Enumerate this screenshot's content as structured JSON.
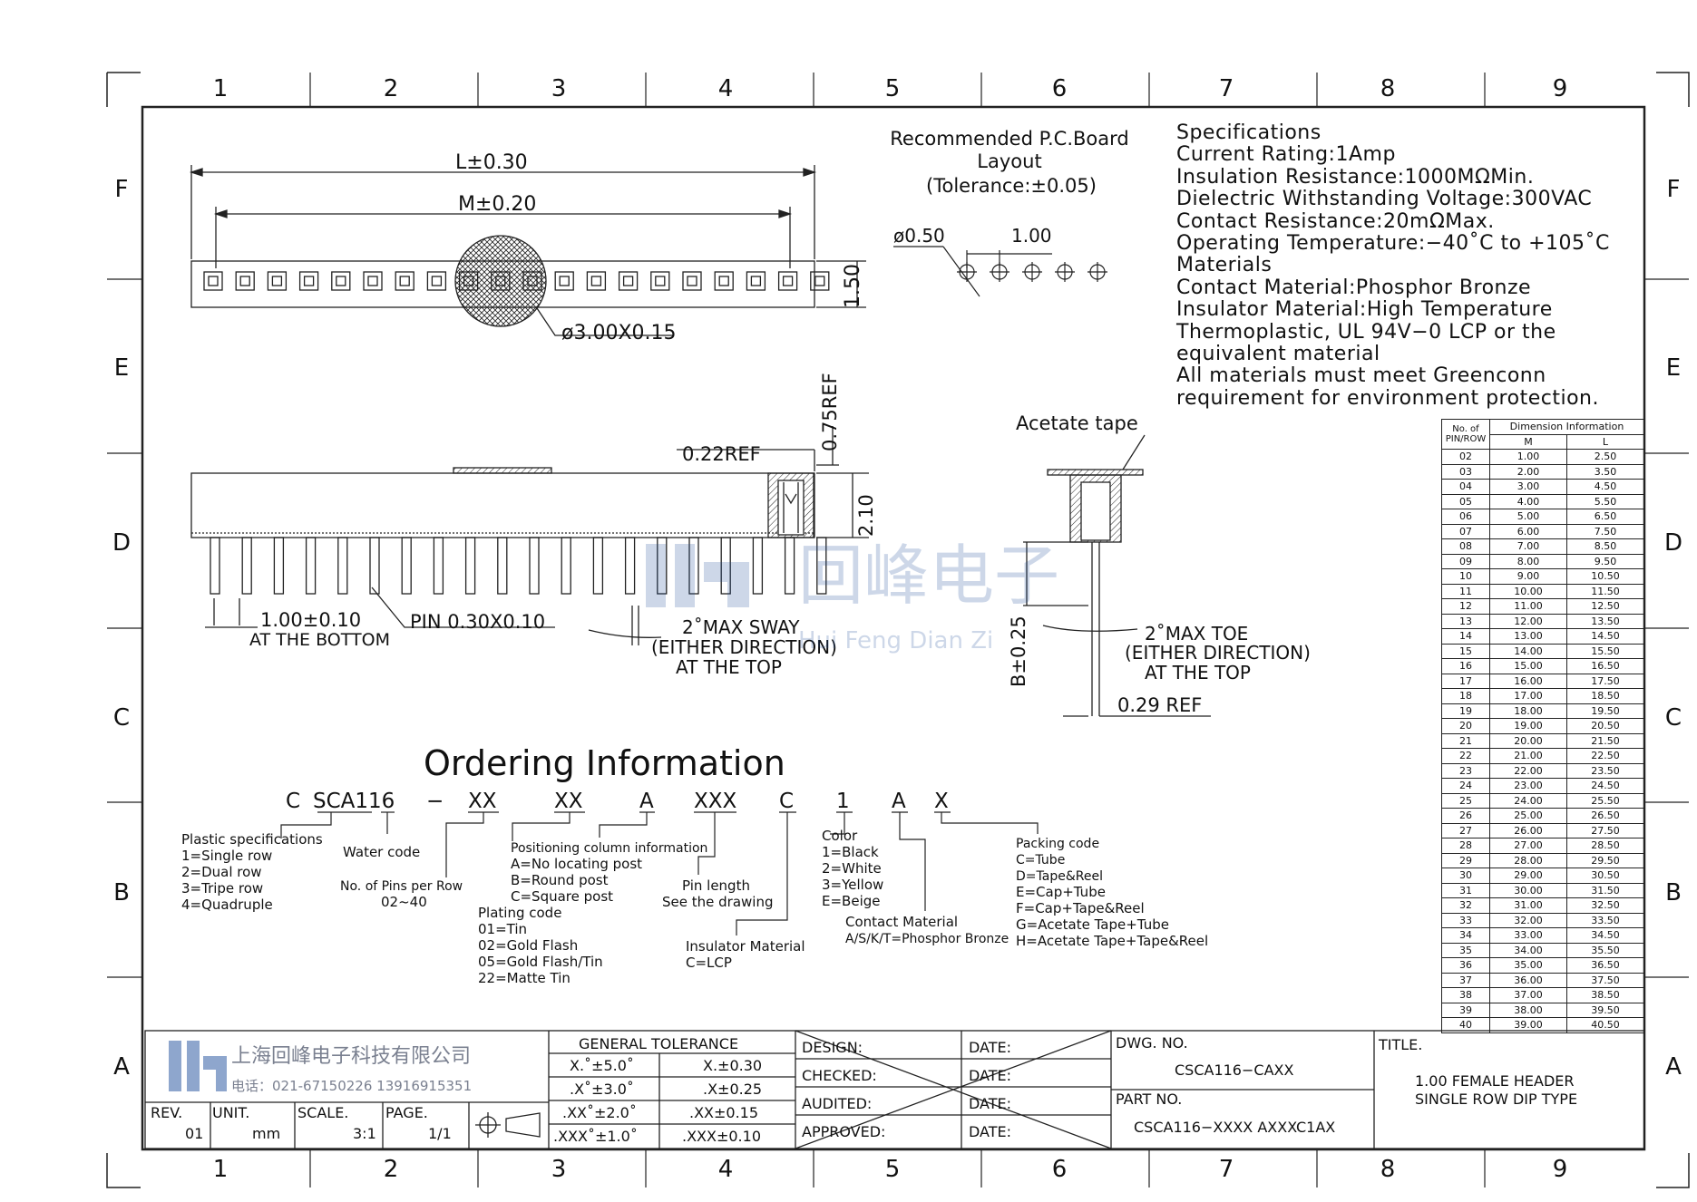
{
  "frame": {
    "columns": [
      "1",
      "2",
      "3",
      "4",
      "5",
      "6",
      "7",
      "8",
      "9"
    ],
    "rows": [
      "F",
      "E",
      "D",
      "C",
      "B",
      "A"
    ]
  },
  "top_view": {
    "dim_L": "L±0.30",
    "dim_M": "M±0.20",
    "dim_height": "1.50",
    "dim_circle": "ø3.00X0.15"
  },
  "pcb_layout": {
    "title_line1": "Recommended P.C.Board",
    "title_line2": "Layout",
    "title_line3": "(Tolerance:±0.05)",
    "hole_dia": "ø0.50",
    "pitch": "1.00"
  },
  "specifications": [
    "Specifications",
    "Current Rating:1Amp",
    "Insulation Resistance:1000MΩMin.",
    "Dielectric Withstanding Voltage:300VAC",
    "Contact Resistance:20mΩMax.",
    "Operating Temperature:−40˚C to +105˚C",
    "Materials",
    "Contact Material:Phosphor Bronze",
    "Insulator Material:High Temperature",
    "Thermoplastic, UL 94V−0 LCP or the",
    "equivalent material",
    "All materials must meet Greenconn",
    "requirement for environment protection."
  ],
  "side_view": {
    "ref_022": "0.22REF",
    "ref_075": "0.75REF",
    "dim_210": "2.10",
    "pitch_bottom": "1.00±0.10",
    "at_bottom": "AT THE BOTTOM",
    "pin": "PIN 0.30X0.10",
    "sway_1": "2˚MAX SWAY",
    "sway_2": "(EITHER DIRECTION)",
    "sway_3": "AT THE TOP"
  },
  "end_view": {
    "tape": "Acetate tape",
    "dim_b": "B±0.25",
    "toe_1": "2˚MAX TOE",
    "toe_2": "(EITHER DIRECTION)",
    "toe_3": "AT THE TOP",
    "ref_029": "0.29 REF"
  },
  "watermark": {
    "cn": "回峰电子",
    "en": "Hui Feng Dian Zi"
  },
  "dimension_table": {
    "col1_line1": "No. of",
    "col1_line2": "PIN/ROW",
    "header": "Dimension Information",
    "col_m": "M",
    "col_l": "L",
    "rows": [
      [
        "02",
        "1.00",
        "2.50"
      ],
      [
        "03",
        "2.00",
        "3.50"
      ],
      [
        "04",
        "3.00",
        "4.50"
      ],
      [
        "05",
        "4.00",
        "5.50"
      ],
      [
        "06",
        "5.00",
        "6.50"
      ],
      [
        "07",
        "6.00",
        "7.50"
      ],
      [
        "08",
        "7.00",
        "8.50"
      ],
      [
        "09",
        "8.00",
        "9.50"
      ],
      [
        "10",
        "9.00",
        "10.50"
      ],
      [
        "11",
        "10.00",
        "11.50"
      ],
      [
        "12",
        "11.00",
        "12.50"
      ],
      [
        "13",
        "12.00",
        "13.50"
      ],
      [
        "14",
        "13.00",
        "14.50"
      ],
      [
        "15",
        "14.00",
        "15.50"
      ],
      [
        "16",
        "15.00",
        "16.50"
      ],
      [
        "17",
        "16.00",
        "17.50"
      ],
      [
        "18",
        "17.00",
        "18.50"
      ],
      [
        "19",
        "18.00",
        "19.50"
      ],
      [
        "20",
        "19.00",
        "20.50"
      ],
      [
        "21",
        "20.00",
        "21.50"
      ],
      [
        "22",
        "21.00",
        "22.50"
      ],
      [
        "23",
        "22.00",
        "23.50"
      ],
      [
        "24",
        "23.00",
        "24.50"
      ],
      [
        "25",
        "24.00",
        "25.50"
      ],
      [
        "26",
        "25.00",
        "26.50"
      ],
      [
        "27",
        "26.00",
        "27.50"
      ],
      [
        "28",
        "27.00",
        "28.50"
      ],
      [
        "29",
        "28.00",
        "29.50"
      ],
      [
        "30",
        "29.00",
        "30.50"
      ],
      [
        "31",
        "30.00",
        "31.50"
      ],
      [
        "32",
        "31.00",
        "32.50"
      ],
      [
        "33",
        "32.00",
        "33.50"
      ],
      [
        "34",
        "33.00",
        "34.50"
      ],
      [
        "35",
        "34.00",
        "35.50"
      ],
      [
        "36",
        "35.00",
        "36.50"
      ],
      [
        "37",
        "36.00",
        "37.50"
      ],
      [
        "38",
        "37.00",
        "38.50"
      ],
      [
        "39",
        "38.00",
        "39.50"
      ],
      [
        "40",
        "39.00",
        "40.50"
      ]
    ]
  },
  "ordering": {
    "title": "Ordering Information",
    "code": [
      "C",
      "SCA116",
      "−",
      "XX",
      "XX",
      "A",
      "XXX",
      "C",
      "1",
      "A",
      "X"
    ],
    "plastic": [
      "Plastic specifications",
      "1=Single row",
      "2=Dual row",
      "3=Tripe row",
      "4=Quadruple"
    ],
    "water": "Water code",
    "pins": [
      "No. of Pins per Row",
      "02~40"
    ],
    "position": [
      "Positioning column information",
      "A=No locating post",
      "B=Round post",
      "C=Square post"
    ],
    "plating": [
      "Plating code",
      "01=Tin",
      "02=Gold Flash",
      "05=Gold Flash/Tin",
      "22=Matte Tin"
    ],
    "pin_length": [
      "Pin length",
      "See the drawing"
    ],
    "insulator": [
      "Insulator Material",
      "C=LCP"
    ],
    "color": [
      "Color",
      "1=Black",
      "2=White",
      "3=Yellow",
      "E=Beige"
    ],
    "contact": [
      "Contact Material",
      "A/S/K/T=Phosphor Bronze"
    ],
    "packing": [
      "Packing code",
      "C=Tube",
      "D=Tape&Reel",
      "E=Cap+Tube",
      "F=Cap+Tape&Reel",
      "G=Acetate Tape+Tube",
      "H=Acetate Tape+Tape&Reel"
    ]
  },
  "title_block": {
    "company": "上海回峰电子科技有限公司",
    "phone": "电话：021-67150226  13916915351",
    "rev_label": "REV.",
    "rev": "01",
    "unit_label": "UNIT.",
    "unit": "mm",
    "scale_label": "SCALE.",
    "scale": "3:1",
    "page_label": "PAGE.",
    "page": "1/1",
    "tol_title": "GENERAL TOLERANCE",
    "tol_rows": [
      [
        "X.˚±5.0˚",
        "X.±0.30"
      ],
      [
        ".X˚±3.0˚",
        ".X±0.25"
      ],
      [
        ".XX˚±2.0˚",
        ".XX±0.15"
      ],
      [
        ".XXX˚±1.0˚",
        ".XXX±0.10"
      ]
    ],
    "design": "DESIGN:",
    "checked": "CHECKED:",
    "audited": "AUDITED:",
    "approved": "APPROVED:",
    "date": "DATE:",
    "dwg_label": "DWG. NO.",
    "dwg": "CSCA116−CAXX",
    "part_label": "PART NO.",
    "part": "CSCA116−XXXX AXXXC1AX",
    "title_label": "TITLE.",
    "title_1": "1.00 FEMALE HEADER",
    "title_2": "SINGLE ROW DIP TYPE"
  }
}
